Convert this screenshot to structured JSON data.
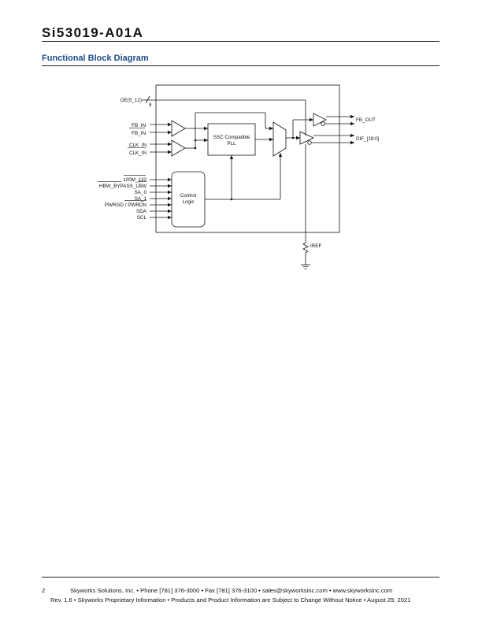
{
  "header": {
    "title": "Si53019-A01A"
  },
  "section": {
    "title": "Functional Block Diagram"
  },
  "diagram": {
    "oe_label": "OE(5_12)",
    "bus_width": "8",
    "fb_in": "FB_IN",
    "fb_in_n": "FB_IN",
    "clk_in": "CLK_IN",
    "clk_in_n": "CLK_IN",
    "pll_line1": "SSC Compatible",
    "pll_line2": "PLL",
    "logic_line1": "Control",
    "logic_line2": "Logic",
    "sig_100m": "100M_133",
    "sig_hbw": "HBW_BYPASS_LBW",
    "sig_sa0": "SA_0",
    "sig_sa1": "SA_1",
    "sig_pwrgd": "PWRGD / PWRDN",
    "sig_sda": "SDA",
    "sig_scl": "SCL",
    "fb_out": "FB_OUT",
    "dif_out": "DIF_[18:0]",
    "iref": "IREF"
  },
  "footer": {
    "page_number": "2",
    "line1": "Skyworks Solutions, Inc. • Phone [781] 376-3000 • Fax [781] 376-3100 • sales@skyworksinc.com • www.skyworksinc.com",
    "line2": "Rev. 1.6 • Skyworks Proprietary Information • Products and Product Information are Subject to Change Without Notice • August 29, 2021"
  }
}
